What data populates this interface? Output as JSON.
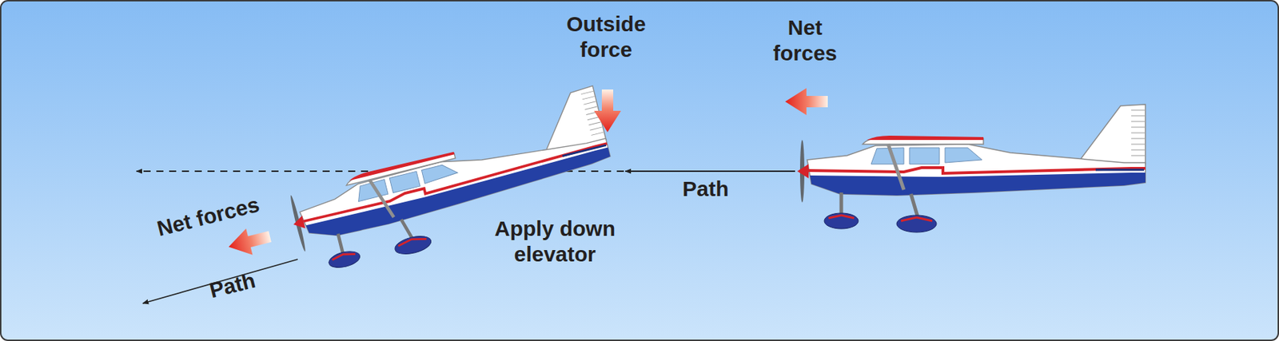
{
  "diagram": {
    "labels": [
      "Outside force",
      "Net forces",
      "Path",
      "Net forces",
      "Apply down elevator",
      "Path"
    ]
  }
}
